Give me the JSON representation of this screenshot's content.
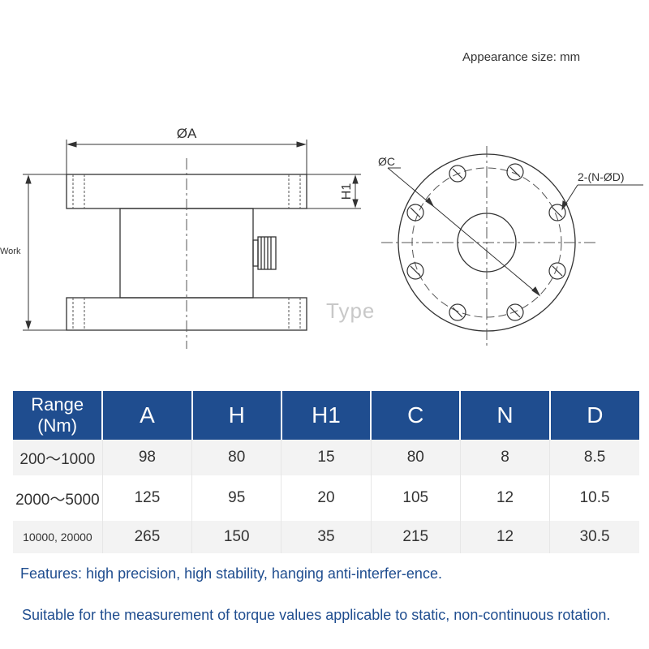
{
  "header": {
    "unit_note": "Appearance size: mm"
  },
  "drawing": {
    "dim_a": "ØA",
    "dim_h1": "H1",
    "dim_c": "ØC",
    "dim_holes": "2-(N-ØD)",
    "work_label": "Work",
    "type_label": "Type"
  },
  "table": {
    "headers": [
      "Range (Nm)",
      "A",
      "H",
      "H1",
      "C",
      "N",
      "D"
    ],
    "rows": [
      [
        "200～1000",
        "98",
        "80",
        "15",
        "80",
        "8",
        "8.5"
      ],
      [
        "2000～5000",
        "125",
        "95",
        "20",
        "105",
        "12",
        "10.5"
      ],
      [
        "10000, 20000",
        "265",
        "150",
        "35",
        "215",
        "12",
        "30.5"
      ]
    ]
  },
  "notes": {
    "features": "Features: high precision, high stability, hanging anti-interfer-ence.",
    "suitable": "Suitable for the measurement of torque values applicable to static, non-continuous rotation."
  },
  "colors": {
    "header_bg": "#1f4d8f",
    "note_text": "#1f4d8f",
    "row_alt": "#f3f3f3"
  }
}
